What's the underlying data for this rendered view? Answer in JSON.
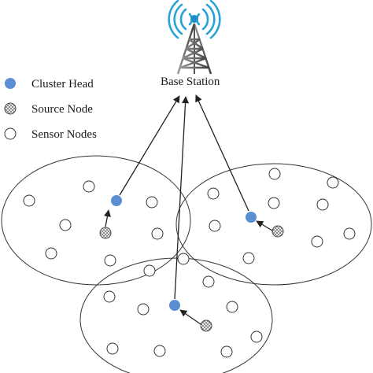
{
  "base_station": {
    "label": "Base Station"
  },
  "legend": {
    "cluster_head": "Cluster Head",
    "source_node": "Source Node",
    "sensor_nodes": "Sensor Nodes"
  },
  "colors": {
    "cluster_head_fill": "#5b8ed3",
    "wave": "#29a3d6",
    "tower_dark": "#4a4a4a",
    "line": "#222222"
  }
}
